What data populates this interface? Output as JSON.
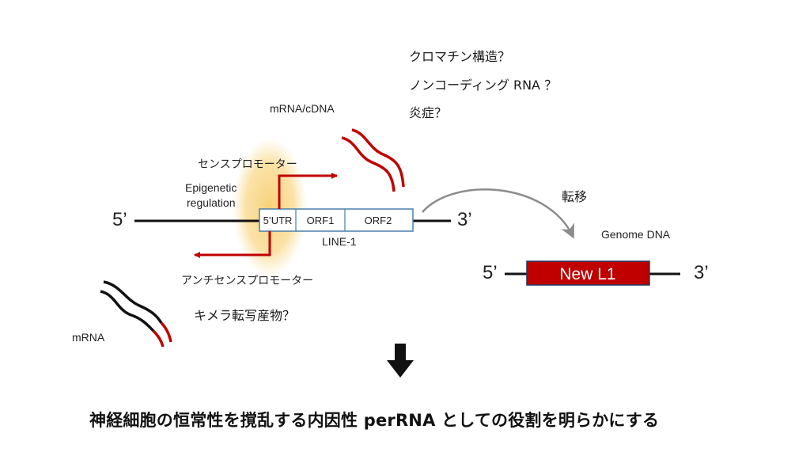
{
  "questions": [
    "クロマチン構造？",
    "ノンコーディング RNA ？",
    "炎症？"
  ],
  "mrna_cdna_label": "mRNA/cDNA",
  "sense_promoter": "センスプロモーター",
  "epigenetic": [
    "Epigenetic",
    "regulation"
  ],
  "five_prime": "5’",
  "three_prime": "3’",
  "line1_segments": [
    "5’UTR",
    "ORF1",
    "ORF2"
  ],
  "line1_label": "LINE-1",
  "antisense_promoter": "アンチセンスプロモーター",
  "chimera": "キメラ転写産物？",
  "mrna_label": "mRNA",
  "transposition": "転移",
  "genome_dna": "Genome DNA",
  "new_l1": "New L1",
  "conclusion": "神経細胞の恒常性を撹乱する内因性 perRNA としての役割を明らかにする",
  "colors": {
    "red": "#c00000",
    "new_l1_fill": "#c00000",
    "new_l1_border": "#1f3864",
    "glow": "#f7cf72",
    "box_border": "#4a7fa8"
  }
}
